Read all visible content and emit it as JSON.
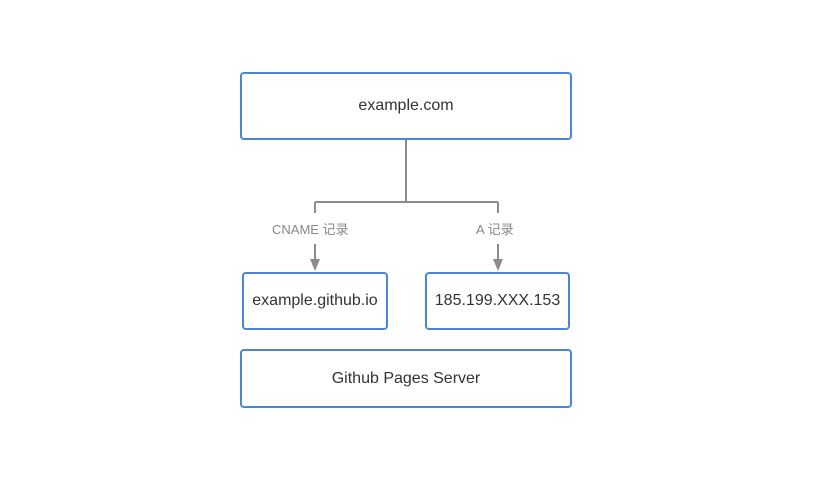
{
  "nodes": {
    "root": "example.com",
    "cname_target": "example.github.io",
    "a_target": "185.199.XXX.153",
    "server": "Github Pages Server"
  },
  "edges": {
    "cname_label": "CNAME 记录",
    "a_label": "A 记录"
  },
  "colors": {
    "node_border": "#4a86d8",
    "connector": "#8c8c8c",
    "label_text": "#888888",
    "node_text": "#333333"
  }
}
